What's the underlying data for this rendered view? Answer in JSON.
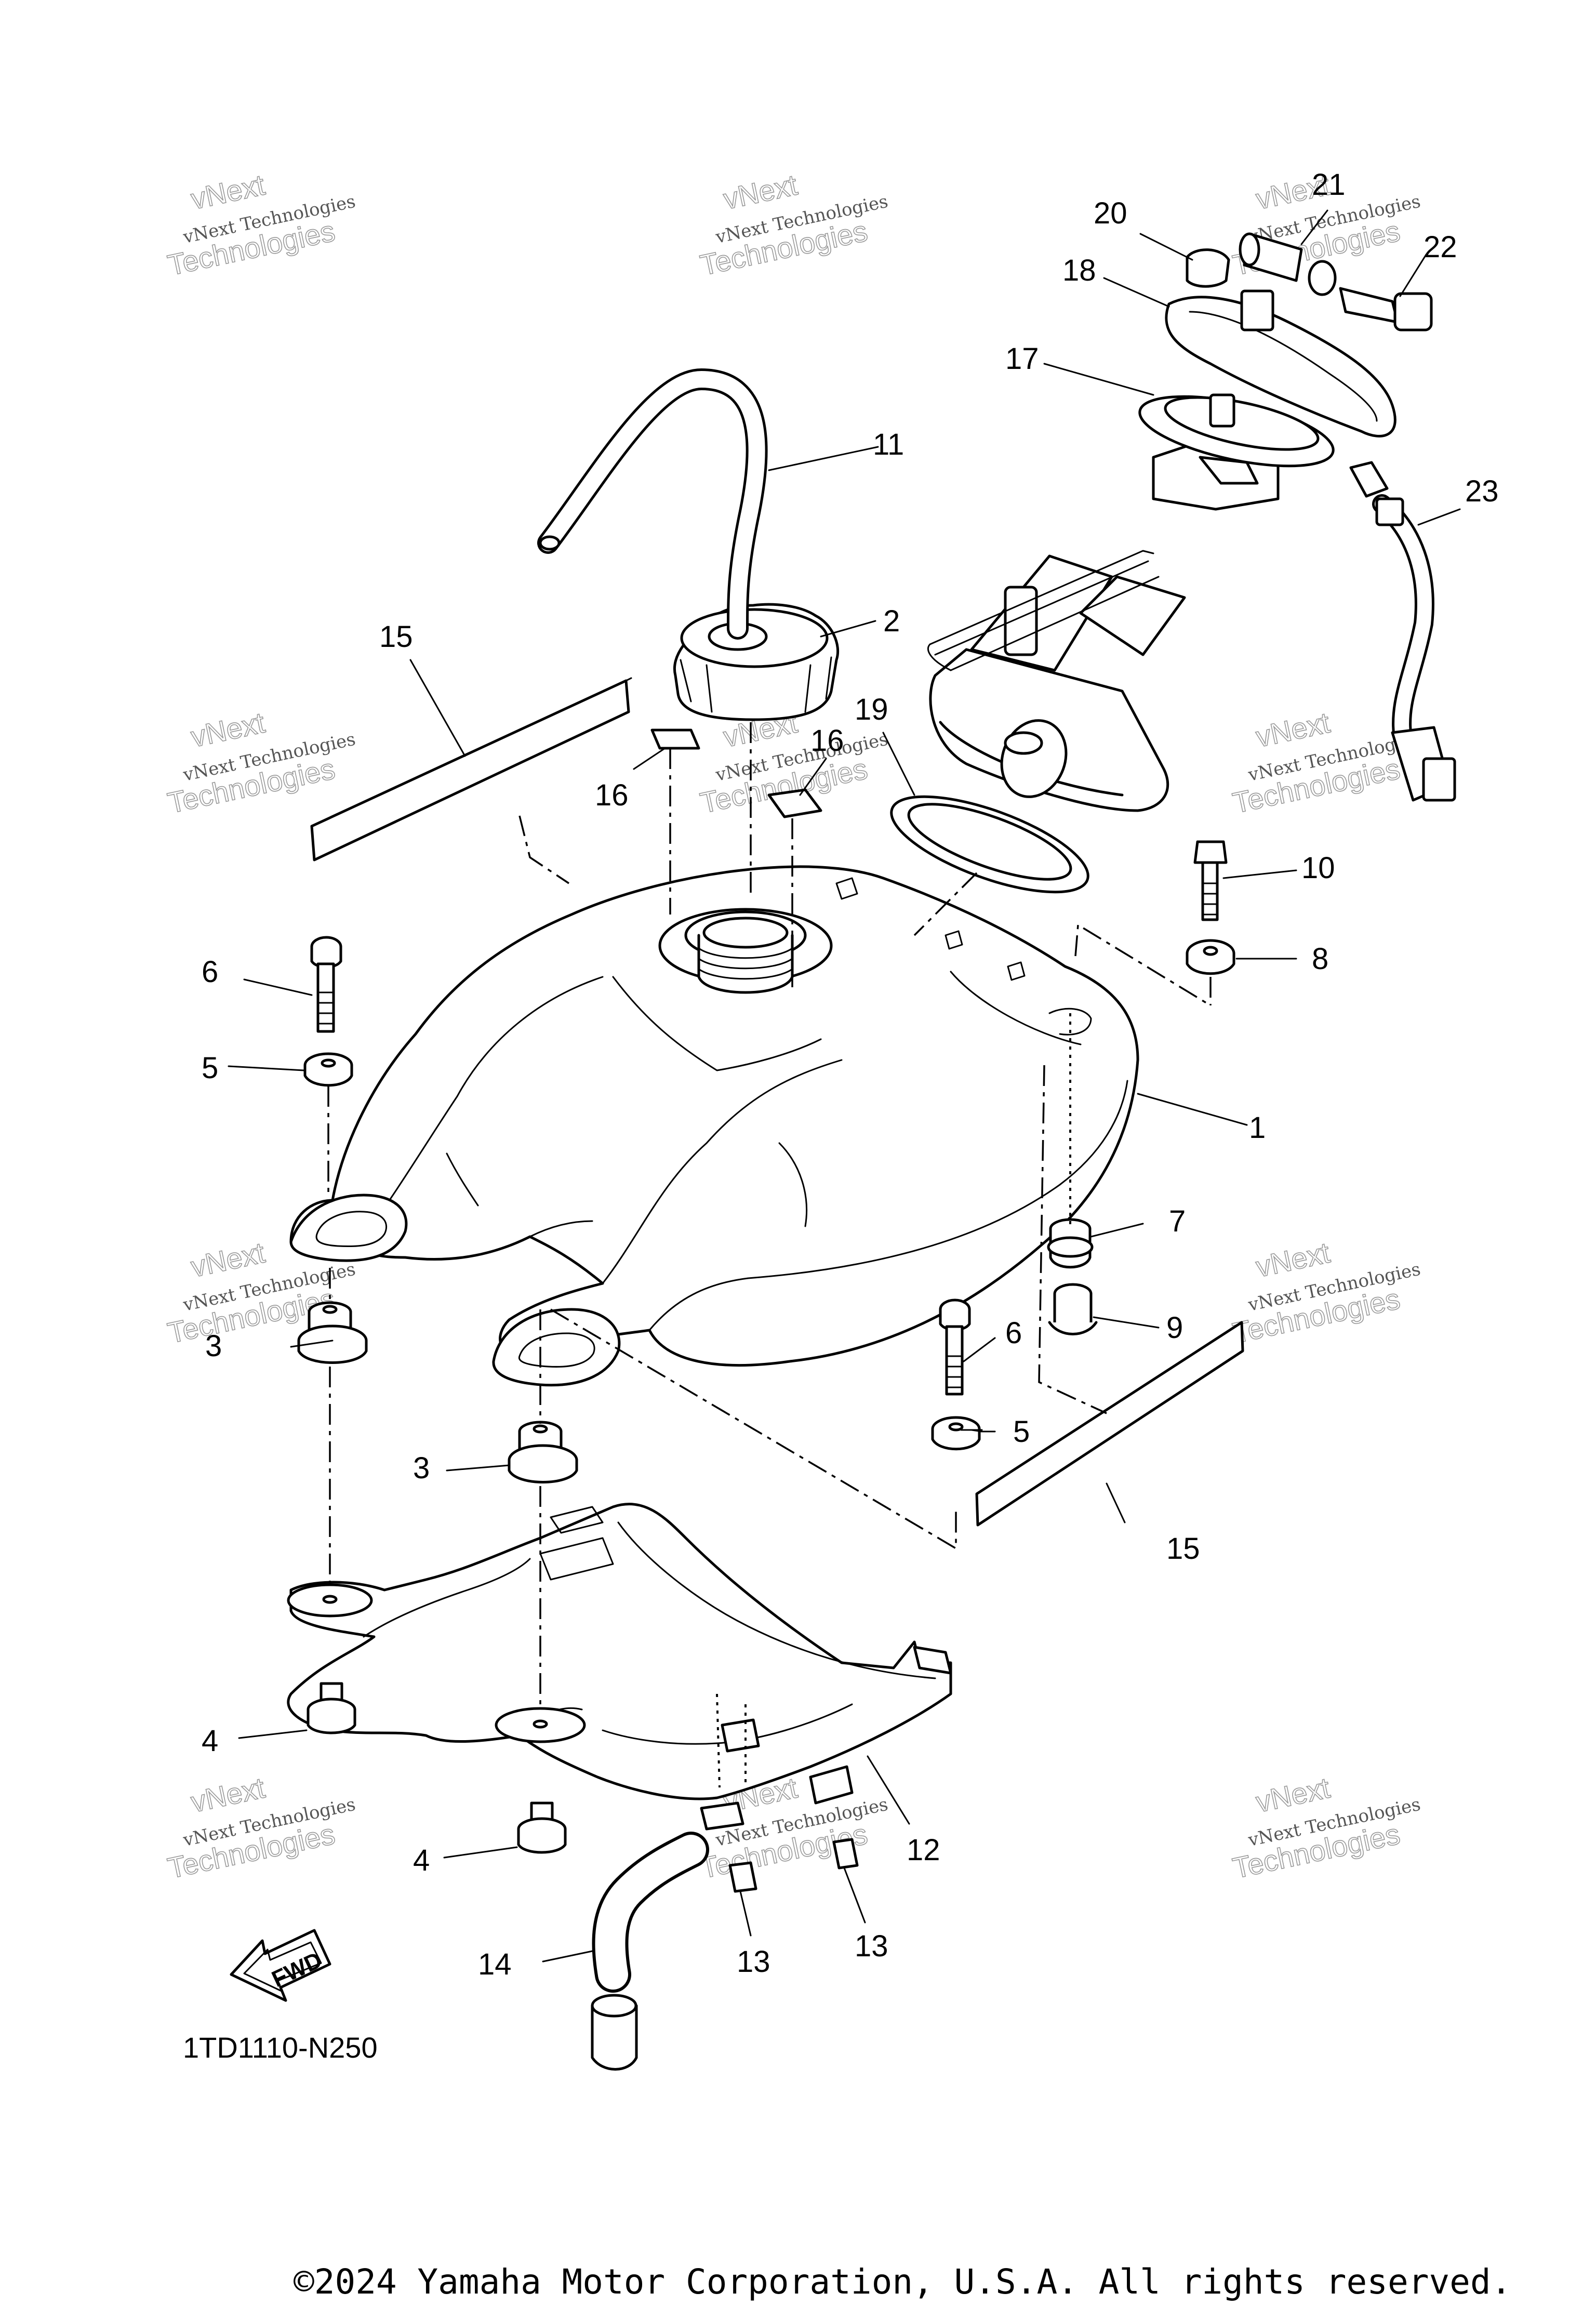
{
  "diagram": {
    "drawing_code": "1TD1110-N250",
    "copyright": "©2024 Yamaha Motor Corporation, U.S.A. All rights reserved.",
    "fwd_label": "FWD",
    "watermark": {
      "line1": "vNext Technologies",
      "line2": "Technologies",
      "line0": "vNext"
    },
    "callouts": [
      "1",
      "2",
      "3",
      "3",
      "4",
      "4",
      "5",
      "5",
      "6",
      "6",
      "7",
      "8",
      "9",
      "10",
      "11",
      "12",
      "13",
      "13",
      "14",
      "15",
      "15",
      "16",
      "16",
      "17",
      "18",
      "19",
      "20",
      "21",
      "22",
      "23"
    ]
  }
}
